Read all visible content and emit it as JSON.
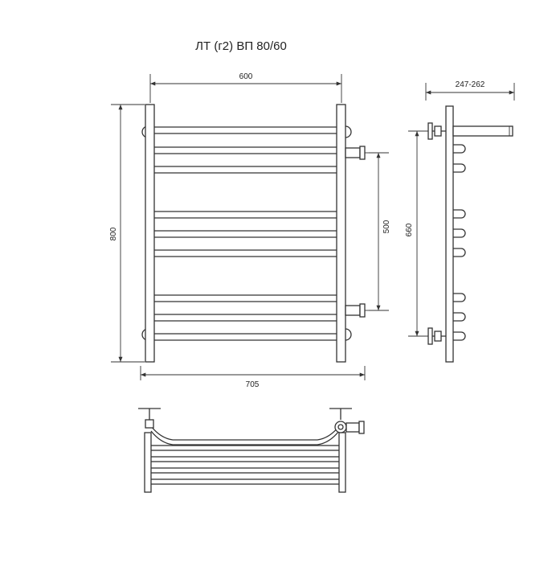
{
  "title": "ЛТ (г2) ВП 80/60",
  "dimensions": {
    "top_width": "600",
    "overall_width": "705",
    "height": "800",
    "connection_spacing_front": "500",
    "connection_spacing_side": "660",
    "wall_projection": "247-262"
  }
}
